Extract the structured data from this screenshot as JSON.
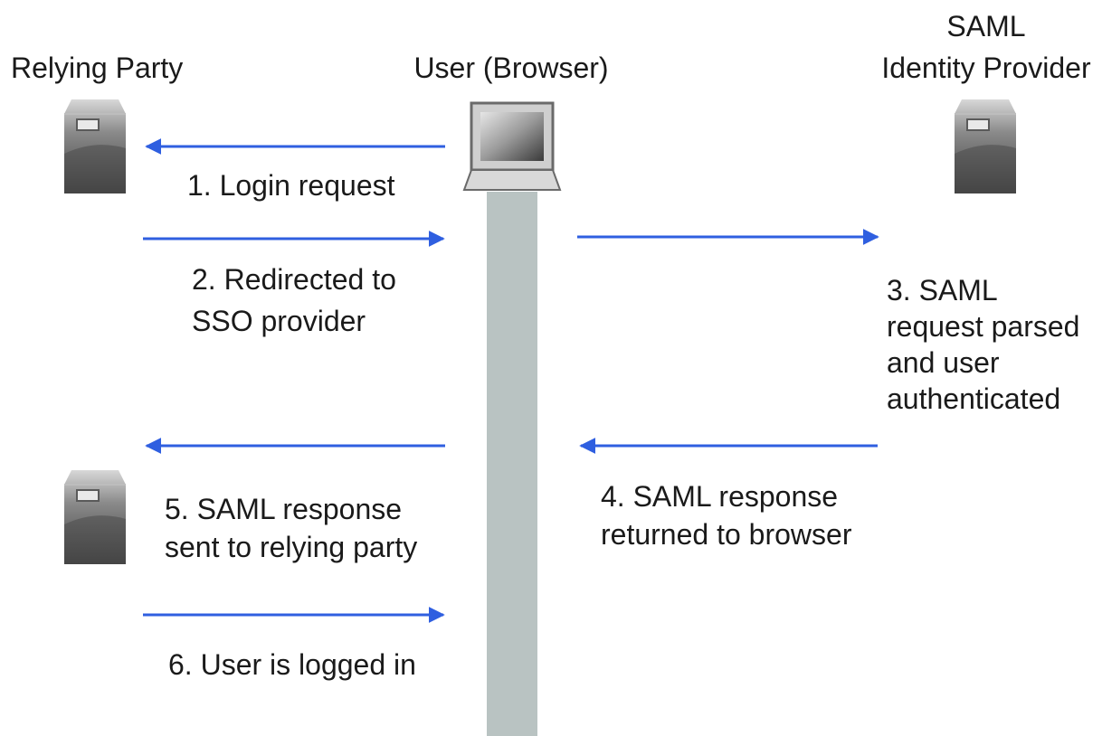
{
  "actors": {
    "relying_party": "Relying Party",
    "user_browser": "User (Browser)",
    "idp_line1": "SAML",
    "idp_line2": "Identity Provider"
  },
  "steps": {
    "s1": [
      "1. Login request"
    ],
    "s2": [
      "2. Redirected to",
      "SSO provider"
    ],
    "s3": [
      "3. SAML",
      "request parsed",
      "and user",
      "authenticated"
    ],
    "s4": [
      "4. SAML response",
      "returned to browser"
    ],
    "s5": [
      "5. SAML response",
      "sent to relying party"
    ],
    "s6": [
      "6. User is logged in"
    ]
  },
  "colors": {
    "arrow": "#2f5fe0",
    "lifeline": "#b9c3c2",
    "server_dark": "#4b4b4b",
    "server_light": "#c9c9c9"
  },
  "icons": [
    "server-icon",
    "laptop-icon"
  ]
}
